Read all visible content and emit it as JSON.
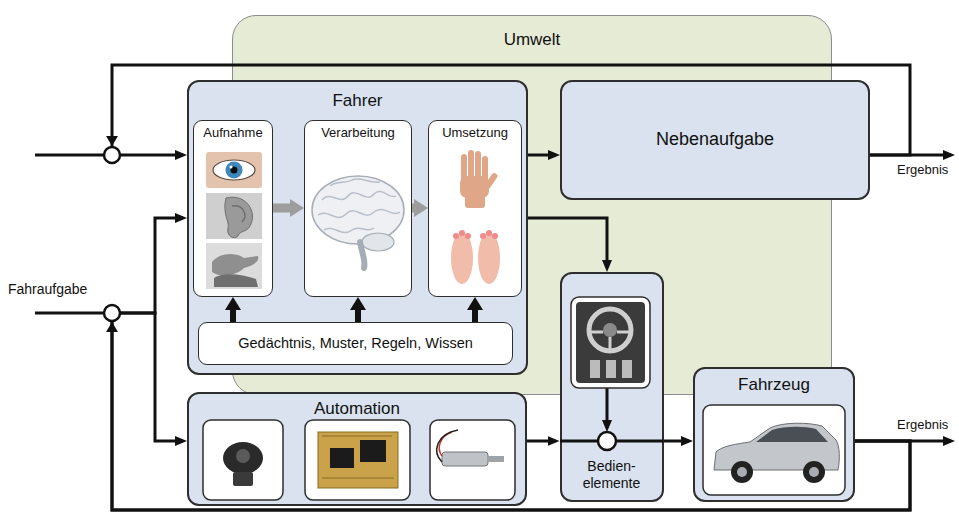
{
  "diagram": {
    "nodes": [
      {
        "text": [
          "Umwelt"
        ]
      },
      {
        "text": [
          "Fahrer"
        ]
      },
      {
        "text": [
          "Aufnahme"
        ],
        "in": 1
      },
      {
        "text": [
          "Verarbeitung"
        ],
        "in": 1
      },
      {
        "text": [
          "Umsetzung"
        ],
        "in": 1
      },
      {
        "text": [
          "Gedächtnis, Muster, Regeln, Wissen"
        ],
        "in": 1
      },
      {
        "text": [
          "Nebenaufgabe"
        ]
      },
      {
        "text": [
          "Automation"
        ]
      },
      {
        "text": [
          "Bedien- elemente"
        ]
      },
      {
        "text": [
          "Fahrzeug"
        ]
      }
    ],
    "edges": [
      {
        "from": 1,
        "to": 6,
        "arrow": "to"
      },
      {
        "from": 1,
        "to": 8,
        "arrow": "to"
      },
      {
        "from": 2,
        "to": 3,
        "arrow": "to"
      },
      {
        "from": 3,
        "to": 4,
        "arrow": "to"
      },
      {
        "from": 5,
        "to": 2,
        "arrow": "to"
      },
      {
        "from": 5,
        "to": 3,
        "arrow": "to"
      },
      {
        "from": 5,
        "to": 4,
        "arrow": "to"
      },
      {
        "from": 6,
        "to": 1,
        "arrow": "to"
      },
      {
        "from": 9,
        "to": 1,
        "arrow": "to"
      },
      {
        "from": 9,
        "to": 7,
        "arrow": "to"
      },
      {
        "from": 7,
        "to": 8,
        "arrow": "to"
      },
      {
        "from": 8,
        "to": 9,
        "arrow": "to"
      }
    ],
    "labels": [
      "Fahraufgabe",
      "Ergebnis",
      "Ergebnis"
    ]
  }
}
